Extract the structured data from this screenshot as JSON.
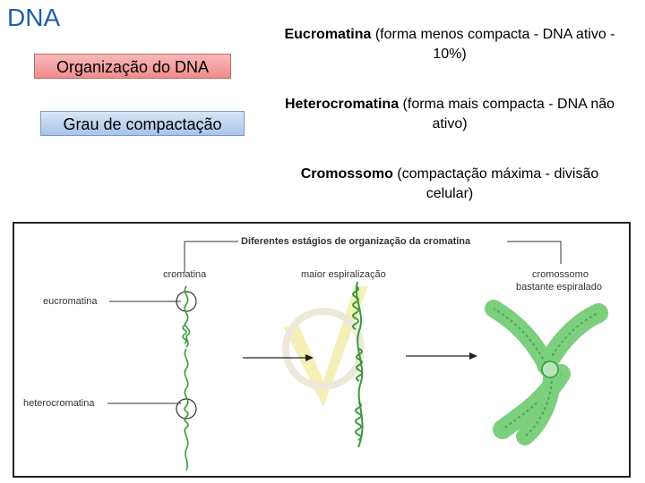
{
  "title": "DNA",
  "boxes": {
    "organization": "Organização do DNA",
    "compaction": "Grau de compactação"
  },
  "right": {
    "eu_bold": "Eucromatina",
    "eu_rest": " (forma menos compacta - DNA ativo - 10%)",
    "het_bold": "Heterocromatina",
    "het_rest": " (forma mais compacta - DNA não ativo)",
    "cro_bold": "Cromossomo",
    "cro_rest": " (compactação máxima - divisão celular)"
  },
  "figure": {
    "heading": "Diferentes estágios de organização da cromatina",
    "label_cromatina": "cromatina",
    "label_maior": "maior espiralização",
    "label_cromossomo1": "cromossomo",
    "label_cromossomo2": "bastante espiralado",
    "label_eucromatina": "eucromatina",
    "label_heterocromatina": "heterocromatina"
  },
  "colors": {
    "title": "#1f5ea8",
    "fiber": "#3a9a3a",
    "chromosome": "#7ccf7c",
    "watermark": "#f3efb0"
  }
}
